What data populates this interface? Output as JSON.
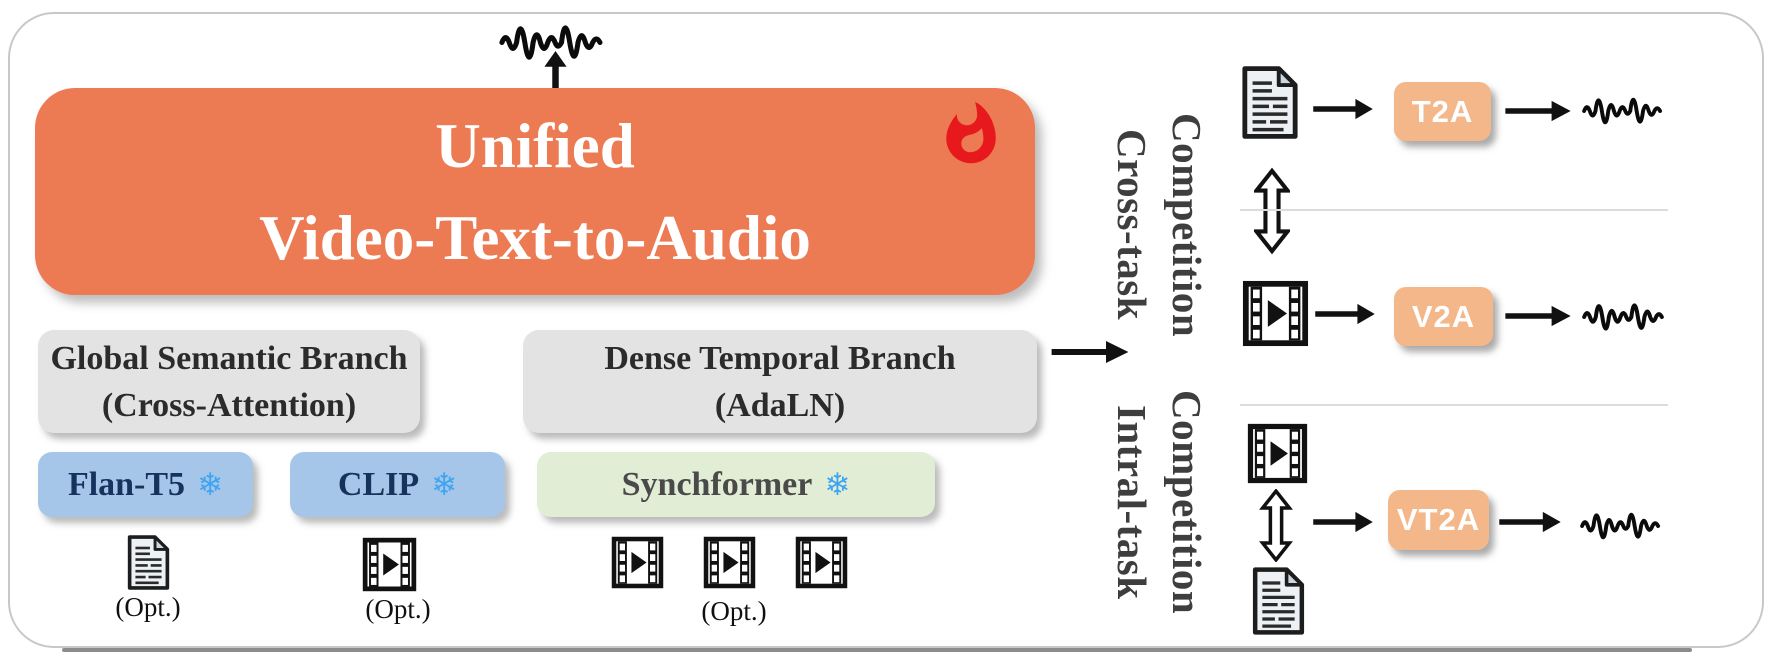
{
  "main_box": {
    "title_line1": "Unified",
    "title_line2": "Video-Text-to-Audio"
  },
  "branch_boxes": {
    "global": {
      "line1": "Global Semantic Branch",
      "line2": "(Cross-Attention)"
    },
    "dense": {
      "line1": "Dense Temporal  Branch",
      "line2": "(AdaLN)"
    }
  },
  "encoder_boxes": {
    "flan_t5": {
      "label": "Flan-T5",
      "frozen_icon": "❄"
    },
    "clip": {
      "label": "CLIP",
      "frozen_icon": "❄"
    },
    "synchformer": {
      "label": "Synchformer",
      "frozen_icon": "❄"
    }
  },
  "opt_labels": {
    "text_opt": "(Opt.)",
    "video_opt": "(Opt.)",
    "sync_opt": "(Opt.)"
  },
  "side_labels": {
    "cross_task": {
      "line1": "Cross-task",
      "line2": "Competition"
    },
    "intra_task": {
      "line1": "Intral-task",
      "line2": "Competition"
    }
  },
  "task_boxes": {
    "t2a": "T2A",
    "v2a": "V2A",
    "vt2a": "VT2A"
  },
  "colors": {
    "main_box_orange": "#EC7A52",
    "task_box_peach": "#F3B78A",
    "encoder_blue": "#A5C6E8",
    "encoder_green": "#E1EDD5",
    "branch_gray": "#E3E3E3",
    "flame_red": "#E8191C",
    "snowflake_blue": "#3FA5F2",
    "side_label_gray": "#3E3E3E"
  }
}
